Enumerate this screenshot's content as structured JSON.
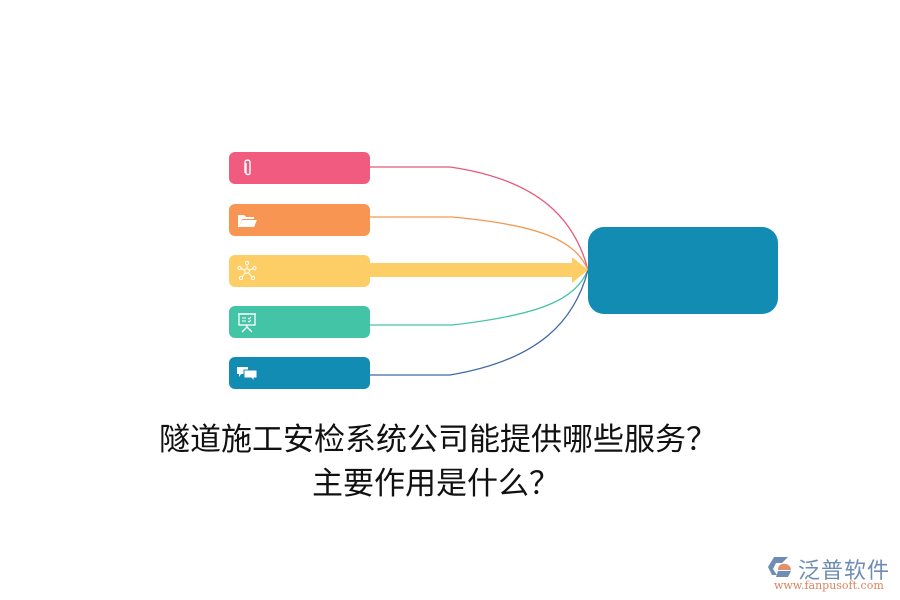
{
  "diagram": {
    "nodes": [
      {
        "id": "node-1",
        "icon": "paperclip-icon",
        "color": "#f05b7f",
        "label": ""
      },
      {
        "id": "node-2",
        "icon": "folder-open-icon",
        "color": "#f89552",
        "label": ""
      },
      {
        "id": "node-3",
        "icon": "network-icon",
        "color": "#fece66",
        "label": ""
      },
      {
        "id": "node-4",
        "icon": "presentation-board-icon",
        "color": "#43c4a6",
        "label": ""
      },
      {
        "id": "node-5",
        "icon": "chat-bubbles-icon",
        "color": "#138cb4",
        "label": ""
      }
    ],
    "connector_colors": [
      "#e8577a",
      "#f59652",
      "#fece66",
      "#43c4a6",
      "#3d68a8"
    ],
    "hub": {
      "color": "#138cb4",
      "label": ""
    }
  },
  "title": {
    "line1": "隧道施工安检系统公司能提供哪些服务？",
    "line2": "主要作用是什么？"
  },
  "watermark": {
    "brand": "泛普软件",
    "url": "www.fanpusoft.com"
  }
}
